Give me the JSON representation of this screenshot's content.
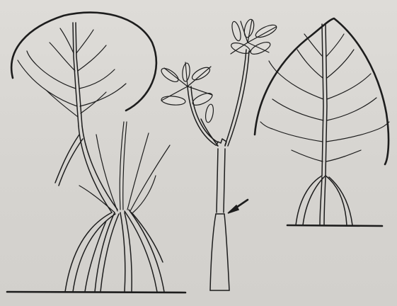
{
  "figure": {
    "background": "#d8d6d2",
    "ink": "#1d1d1d",
    "panels": [
      "left-tree",
      "middle-sapling",
      "right-tree"
    ],
    "markers": [
      "arrow-icon"
    ]
  }
}
